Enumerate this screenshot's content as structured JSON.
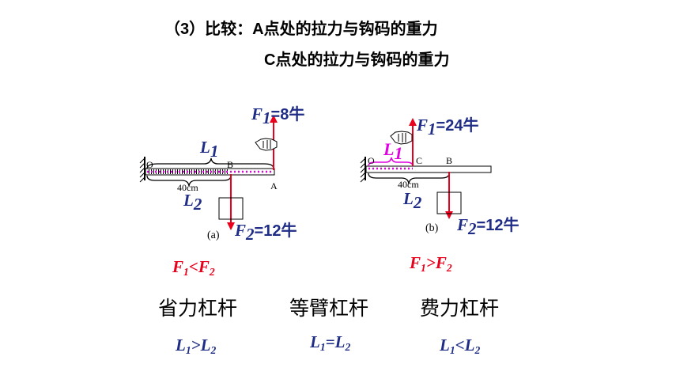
{
  "question": {
    "line1": "（3）比较：A点处的拉力与钩码的重力",
    "line2": "C点处的拉力与钩码的重力"
  },
  "diagram_a": {
    "f1_sym": "F",
    "f1_sub": "1",
    "f1_val": "=8牛",
    "f2_sym": "F",
    "f2_sub": "2",
    "f2_val": "=12牛",
    "l1_sym": "L",
    "l1_sub": "1",
    "l2_sym": "L",
    "l2_sub": "2",
    "point_o": "O",
    "point_b": "B",
    "point_a": "A",
    "distance": "40cm",
    "caption": "(a)",
    "compare_f1": "F",
    "compare_f1_sub": "1",
    "compare_op": "<",
    "compare_f2": "F",
    "compare_f2_sub": "2"
  },
  "diagram_b": {
    "f1_sym": "F",
    "f1_sub": "1",
    "f1_val": "=24牛",
    "f2_sym": "F",
    "f2_sub": "2",
    "f2_val": "=12牛",
    "l1_sym": "L",
    "l1_sub": "1",
    "l2_sym": "L",
    "l2_sub": "2",
    "point_o": "O",
    "point_c": "C",
    "point_b": "B",
    "distance": "40cm",
    "caption": "(b)",
    "compare_f1": "F",
    "compare_f1_sub": "1",
    "compare_op": ">",
    "compare_f2": "F",
    "compare_f2_sub": "2"
  },
  "categories": [
    {
      "name": "省力杠杆",
      "rel_l": "L",
      "rel_sub1": "1",
      "rel_op": ">",
      "rel_l2": "L",
      "rel_sub2": "2"
    },
    {
      "name": "等臂杠杆",
      "rel_l": "L",
      "rel_sub1": "1",
      "rel_op": "=",
      "rel_l2": "L",
      "rel_sub2": "2"
    },
    {
      "name": "费力杠杆",
      "rel_l": "L",
      "rel_sub1": "1",
      "rel_op": "<",
      "rel_l2": "L",
      "rel_sub2": "2"
    }
  ],
  "colors": {
    "arrow": "#e8001c",
    "label": "#1f2d86",
    "dotted": "#e000e0",
    "compare": "#e8001c"
  }
}
